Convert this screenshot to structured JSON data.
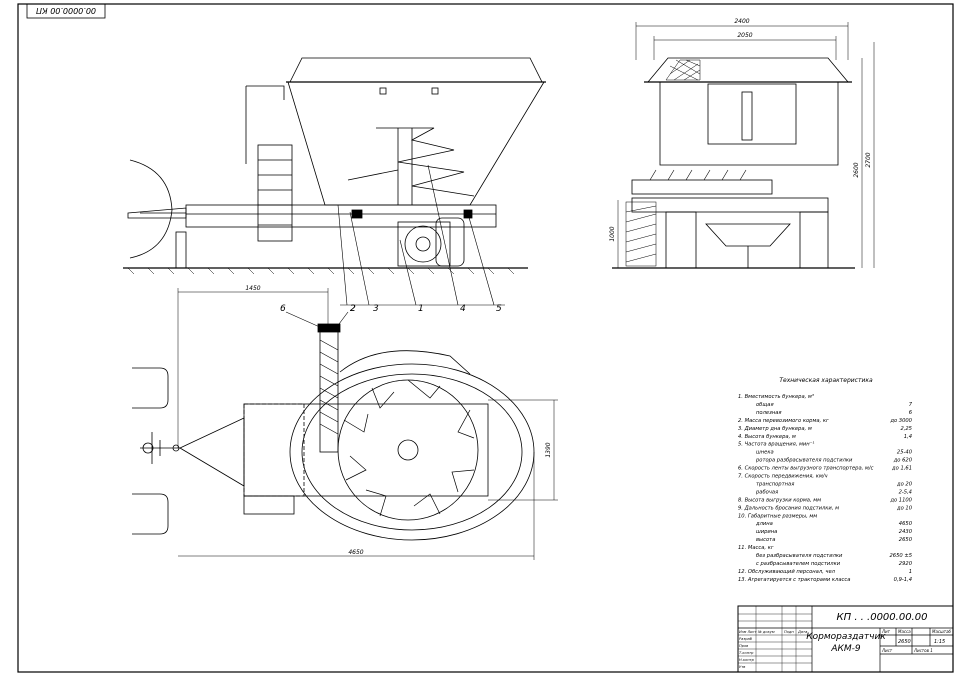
{
  "stamp_code": "00.0000.00 КП",
  "dimensions": {
    "front_width_total": "2400",
    "front_width_inner": "2050",
    "front_height_1": "2600",
    "front_height_2": "2700",
    "front_left_height": "1000",
    "plan_length_top": "1450",
    "plan_length_total": "4650",
    "plan_width": "1390"
  },
  "callouts": [
    "1",
    "2",
    "3",
    "4",
    "5",
    "6"
  ],
  "spec": {
    "title": "Техническая характеристика",
    "lines": [
      {
        "text": "1. Вместимость бункера, м³",
        "value": ""
      },
      {
        "text": "общая",
        "value": "7"
      },
      {
        "text": "полезная",
        "value": "6"
      },
      {
        "text": "2. Масса перевозимого корма, кг",
        "value": "до 3000"
      },
      {
        "text": "3. Диаметр дна бункера, м",
        "value": "2,25"
      },
      {
        "text": "4. Высота бункера, м",
        "value": "1,4"
      },
      {
        "text": "5. Частота вращения, мин⁻¹",
        "value": ""
      },
      {
        "text": "шнека",
        "value": "25-40"
      },
      {
        "text": "ротора разбрасывателя подстилки",
        "value": "до 620"
      },
      {
        "text": "6. Скорость ленты выгрузного транспортера, м/с",
        "value": "до 1,61"
      },
      {
        "text": "7. Скорость передвижения, км/ч",
        "value": ""
      },
      {
        "text": "транспортная",
        "value": "до 20"
      },
      {
        "text": "рабочая",
        "value": "2-5,4"
      },
      {
        "text": "8. Высота выгрузки корма, мм",
        "value": "до 1100"
      },
      {
        "text": "9. Дальность бросания подстилки, м",
        "value": "до 10"
      },
      {
        "text": "10. Габаритные размеры, мм",
        "value": ""
      },
      {
        "text": "длина",
        "value": "4650"
      },
      {
        "text": "ширина",
        "value": "2430"
      },
      {
        "text": "высота",
        "value": "2650"
      },
      {
        "text": "11. Масса, кг",
        "value": ""
      },
      {
        "text": "без разбрасывателя подстилки",
        "value": "2650 ±5"
      },
      {
        "text": "с разбрасывателем подстилки",
        "value": "2920"
      },
      {
        "text": "12. Обслуживающий персонал, чел",
        "value": "1"
      },
      {
        "text": "13. Агрегатируется с тракторами класса",
        "value": "0,9-1,4"
      }
    ]
  },
  "title_block": {
    "code": "КП . . .0000.00.00",
    "name_line1": "Кормораздатчик",
    "name_line2": "АКМ-9",
    "col_lit": "Лит",
    "col_mass": "Масса",
    "col_scale": "Масштаб",
    "mass": "2650",
    "scale": "1:15",
    "sheet": "Лист",
    "sheets": "Листов 1",
    "rows": [
      "Изм Лист",
      "Разраб",
      "Пров",
      "Т.контр",
      "",
      "Н.контр",
      "Утв"
    ],
    "row_cols": [
      "№ докум",
      "Подп",
      "Дата"
    ]
  }
}
